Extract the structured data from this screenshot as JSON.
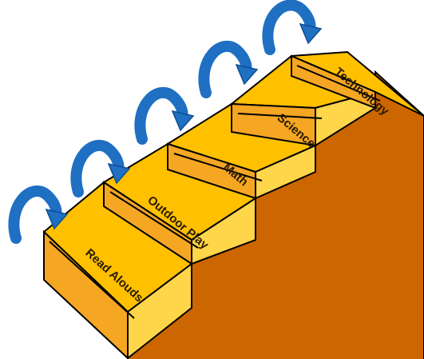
{
  "steps": [
    {
      "label": "Read Alouds"
    },
    {
      "label": "Outdoor Play"
    },
    {
      "label": "Math"
    },
    {
      "label": "Science"
    },
    {
      "label": "Technology"
    }
  ],
  "colors": {
    "top": "#ffc000",
    "tread": "#ffd54a",
    "riser": "#f5a623",
    "side_dark": "#d07a10",
    "body": "#cc6600",
    "outline": "#000000",
    "arrow": "#1f6fc2",
    "arrow_dark": "#0d4e96"
  },
  "icons": {
    "arrow": "curved-arrow-icon"
  }
}
